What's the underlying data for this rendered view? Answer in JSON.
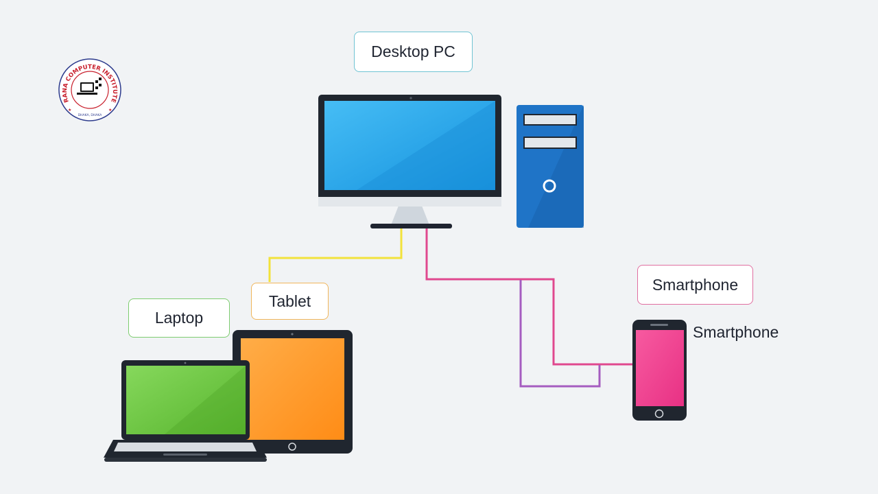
{
  "logo": {
    "ring_text": "RANA COMPUTER INSTITUTE",
    "sub_text": "DHAKA, DHAKA"
  },
  "labels": {
    "desktop": "Desktop PC",
    "laptop": "Laptop",
    "tablet": "Tablet",
    "smartphone_box": "Smartphone",
    "smartphone_side": "Smartphone"
  },
  "colors": {
    "background": "#f1f3f5",
    "desktop_label_border": "#6fc3d3",
    "laptop_label_border": "#7dcc6f",
    "tablet_label_border": "#f0b55a",
    "smartphone_label_border": "#e06ea0",
    "monitor_screen": "#2aa8ee",
    "tower": "#1f74c7",
    "laptop_screen": "#6cc63e",
    "tablet_screen": "#ff9d2e",
    "phone_screen": "#f24891",
    "cable_yellow": "#f2e23b",
    "cable_pink": "#e0488e",
    "cable_purple": "#a55cc0"
  },
  "icons": {
    "logo": "institute-logo-icon",
    "desktop_monitor": "monitor-icon",
    "desktop_tower": "pc-tower-icon",
    "laptop": "laptop-icon",
    "tablet": "tablet-icon",
    "smartphone": "smartphone-icon"
  }
}
